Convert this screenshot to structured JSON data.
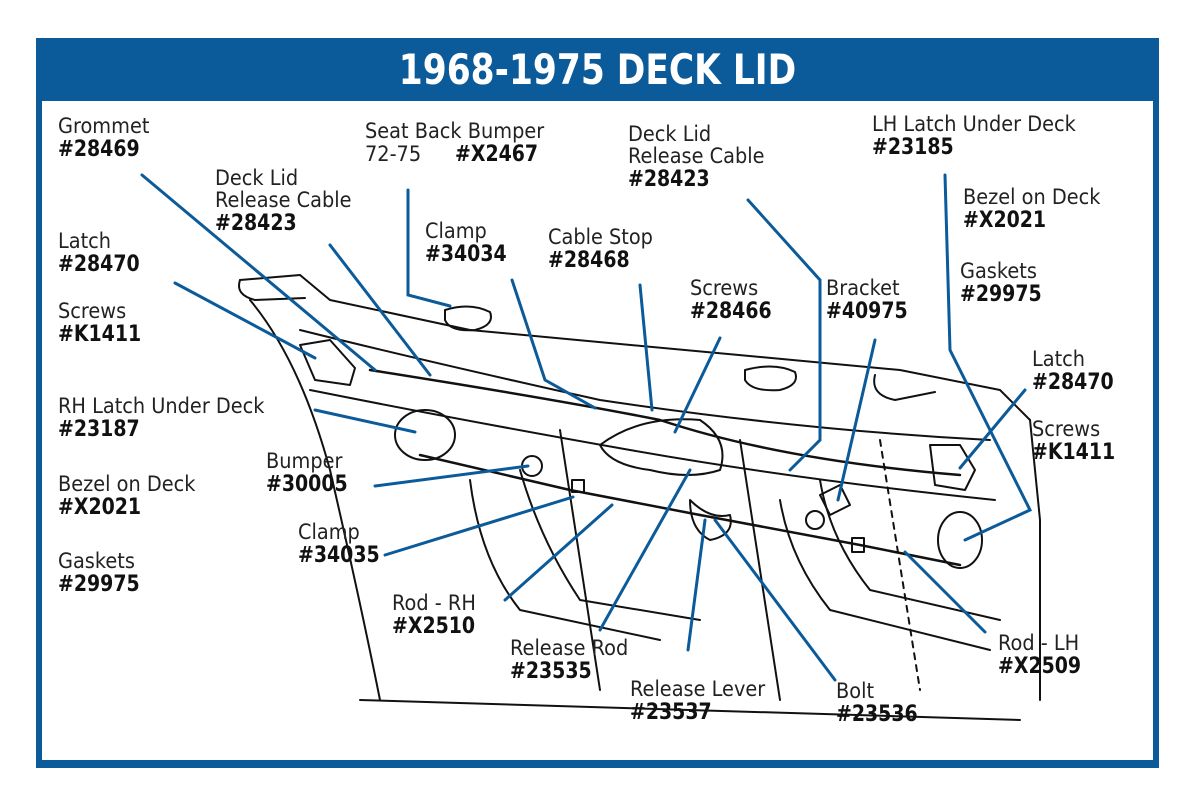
{
  "title": "1968-1975 DECK LID",
  "colors": {
    "frame": "#0b5a99",
    "leader": "#0b5a99",
    "ink": "#111111"
  },
  "labels": {
    "grommet": {
      "name": "Grommet",
      "part": "#28469"
    },
    "latch_rh": {
      "name": "Latch",
      "part": "#28470"
    },
    "screws_rh": {
      "name": "Screws",
      "part": "#K1411"
    },
    "rh_latch_under_deck": {
      "name": "RH Latch Under Deck",
      "part": "#23187"
    },
    "bezel_rh": {
      "name": "Bezel on Deck",
      "part": "#X2021"
    },
    "gaskets_rh": {
      "name": "Gaskets",
      "part": "#29975"
    },
    "cable_rh": {
      "name_line1": "Deck Lid",
      "name_line2": "Release Cable",
      "part": "#28423"
    },
    "seat_back_bumper": {
      "name": "Seat Back Bumper",
      "years": "72-75",
      "part": "#X2467"
    },
    "clamp_34034": {
      "name": "Clamp",
      "part": "#34034"
    },
    "cable_stop": {
      "name": "Cable Stop",
      "part": "#28468"
    },
    "cable_lh": {
      "name_line1": "Deck Lid",
      "name_line2": "Release Cable",
      "part": "#28423"
    },
    "screws_28466": {
      "name": "Screws",
      "part": "#28466"
    },
    "bracket": {
      "name": "Bracket",
      "part": "#40975"
    },
    "lh_latch_under_deck": {
      "name": "LH Latch Under Deck",
      "part": "#23185"
    },
    "bezel_lh": {
      "name": "Bezel on Deck",
      "part": "#X2021"
    },
    "gaskets_lh": {
      "name": "Gaskets",
      "part": "#29975"
    },
    "latch_lh": {
      "name": "Latch",
      "part": "#28470"
    },
    "screws_lh": {
      "name": "Screws",
      "part": "#K1411"
    },
    "bumper": {
      "name": "Bumper",
      "part": "#30005"
    },
    "clamp_34035": {
      "name": "Clamp",
      "part": "#34035"
    },
    "rod_rh": {
      "name": "Rod - RH",
      "part": "#X2510"
    },
    "release_rod": {
      "name": "Release Rod",
      "part": "#23535"
    },
    "release_lever": {
      "name": "Release Lever",
      "part": "#23537"
    },
    "bolt": {
      "name": "Bolt",
      "part": "#23536"
    },
    "rod_lh": {
      "name": "Rod - LH",
      "part": "#X2509"
    }
  }
}
